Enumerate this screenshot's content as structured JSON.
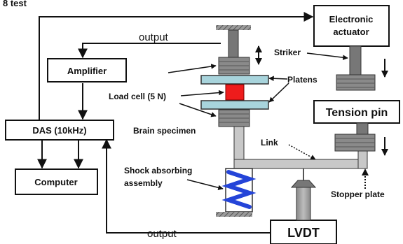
{
  "top_title_fragment": "8 test",
  "boxes": {
    "amplifier": "Amplifier",
    "das": "DAS (10kHz)",
    "computer": "Computer",
    "actuator_line1": "Electronic",
    "actuator_line2": "actuator",
    "tension_pin": "Tension pin",
    "lvdt": "LVDT"
  },
  "labels": {
    "output_top": "output",
    "output_bottom": "output",
    "striker": "Striker",
    "platens": "Platens",
    "load_cell": "Load cell (5 N)",
    "brain_specimen": "Brain specimen",
    "link": "Link",
    "shock_line1": "Shock absorbing",
    "shock_line2": "assembly",
    "stopper_plate": "Stopper plate"
  },
  "colors": {
    "load_cell": "#ee1c1c",
    "platen": "#a8d4dc",
    "metal_dark": "#7a7a7a",
    "metal_light": "#c8c8c8",
    "spring": "#2444d8"
  }
}
